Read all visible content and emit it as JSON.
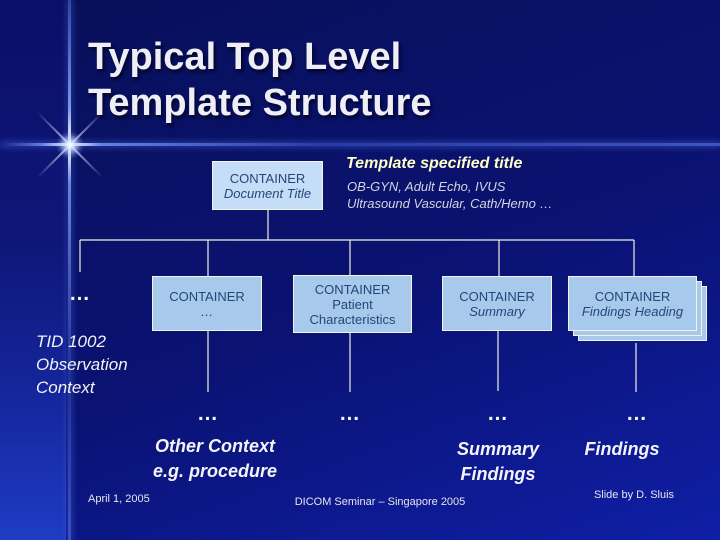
{
  "title": {
    "line1": "Typical Top Level",
    "line2": "Template Structure"
  },
  "template_note": {
    "heading": "Template specified title",
    "examples_line1": "OB-GYN, Adult Echo, IVUS",
    "examples_line2": "Ultrasound Vascular, Cath/Hemo …"
  },
  "boxes": {
    "root": {
      "kind": "CONTAINER",
      "name": "Document Title"
    },
    "more": {
      "kind": "CONTAINER",
      "name": "…"
    },
    "patient": {
      "kind": "CONTAINER",
      "name_line1": "Patient",
      "name_line2": "Characteristics"
    },
    "summary": {
      "kind": "CONTAINER",
      "name": "Summary"
    },
    "findings": {
      "kind": "CONTAINER",
      "name": "Findings Heading"
    }
  },
  "labels": {
    "ellipsis": "…",
    "tid_line1": "TID 1002",
    "tid_line2": "Observation",
    "tid_line3": "Context",
    "other_context_line1": "Other Context",
    "other_context_line2": "e.g. procedure",
    "summary_findings_line1": "Summary",
    "summary_findings_line2": "Findings",
    "findings": "Findings"
  },
  "footer": {
    "date": "April 1, 2005",
    "center": "DICOM Seminar – Singapore 2005",
    "credit": "Slide by D. Sluis"
  },
  "colors": {
    "background_top": "#081059",
    "background_bottom": "#0f1fa6",
    "box_fill_root": "#c5ddf6",
    "box_fill_child": "#a6c9ec",
    "box_border": "#f5f2e8",
    "box_text": "#24477a",
    "note_heading": "#ffffc8",
    "connector": "#f2efe4",
    "title_text": "#eeeef4"
  }
}
